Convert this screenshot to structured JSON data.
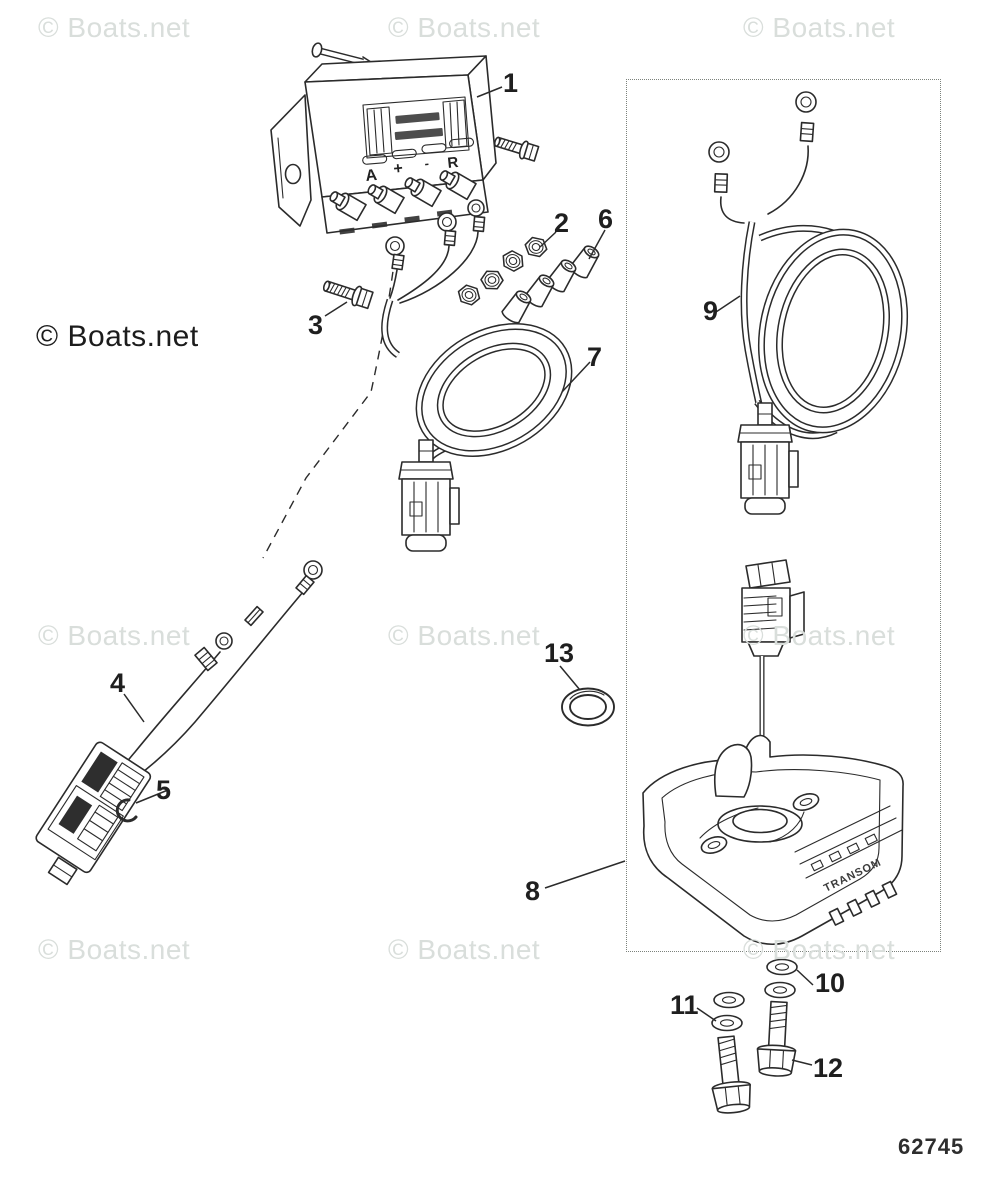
{
  "page": {
    "background": "#ffffff"
  },
  "watermarks": {
    "text": "© Boats.net",
    "light_color": "#d9dedb",
    "dark_color": "#1c1c1c"
  },
  "diagram": {
    "number": "62745",
    "line_color": "#2b2b2b",
    "box_border_color": "#7c827c"
  },
  "module": {
    "terminal_labels": [
      "A",
      "+",
      "-",
      "R"
    ]
  },
  "bracket": {
    "embossed_text": "TRANSOM"
  },
  "callouts": [
    {
      "id": "1"
    },
    {
      "id": "2"
    },
    {
      "id": "3"
    },
    {
      "id": "4"
    },
    {
      "id": "5"
    },
    {
      "id": "6"
    },
    {
      "id": "7"
    },
    {
      "id": "8"
    },
    {
      "id": "9"
    },
    {
      "id": "10"
    },
    {
      "id": "11"
    },
    {
      "id": "12"
    },
    {
      "id": "13"
    }
  ]
}
